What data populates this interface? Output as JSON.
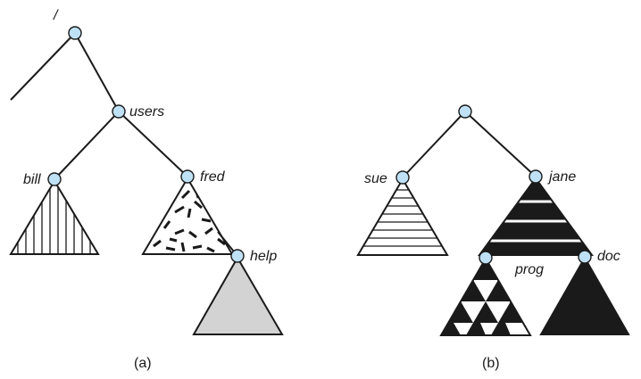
{
  "diagram_a": {
    "root_label": "/",
    "users_label": "users",
    "bill_label": "bill",
    "fred_label": "fred",
    "help_label": "help",
    "caption": "(a)"
  },
  "diagram_b": {
    "sue_label": "sue",
    "jane_label": "jane",
    "prog_label": "prog",
    "doc_label": "doc",
    "caption": "(b)"
  },
  "colors": {
    "node_fill": "#bfe1f5",
    "stroke": "#1a1a1a",
    "help_fill": "#d3d3d3",
    "dark_fill": "#1a1a1a"
  }
}
